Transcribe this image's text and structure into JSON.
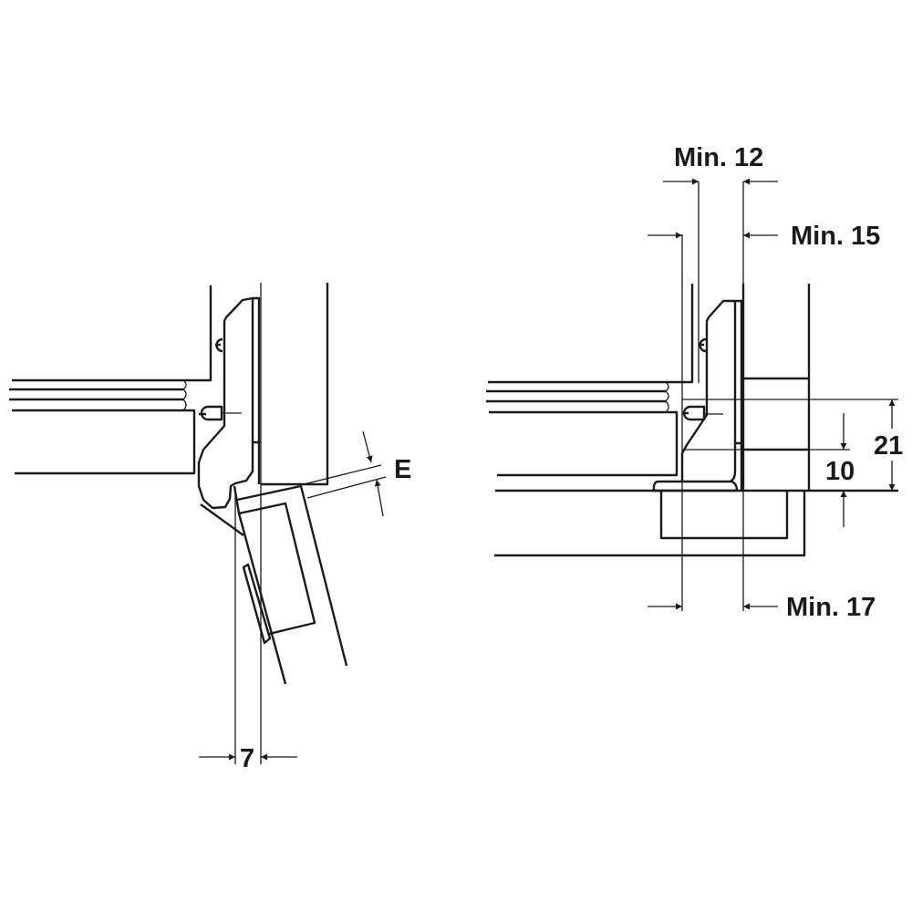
{
  "left_view": {
    "dimension_e": "E",
    "dimension_7": "7"
  },
  "right_view": {
    "min_12": "Min. 12",
    "min_15": "Min. 15",
    "min_17": "Min. 17",
    "dim_21": "21",
    "dim_10": "10"
  },
  "colors": {
    "line": "#1a1a1a",
    "background": "#ffffff"
  }
}
